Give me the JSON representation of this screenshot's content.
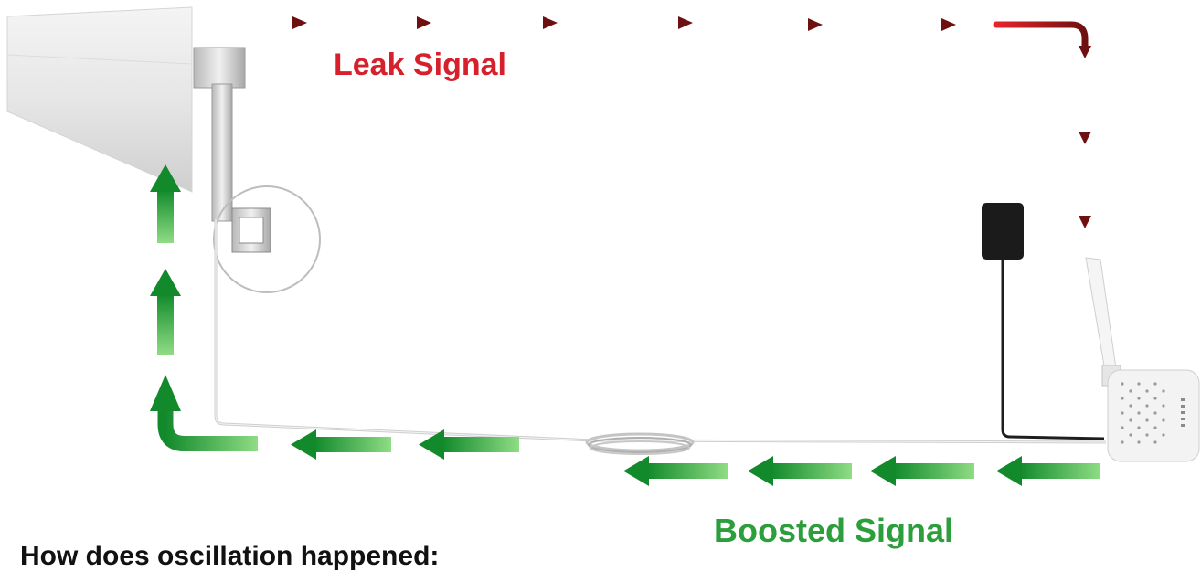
{
  "labels": {
    "leak": "Leak Signal",
    "boosted": "Boosted Signal",
    "question": "How does oscillation happened:"
  },
  "colors": {
    "leak": "#d6202b",
    "leak_dark": "#7a1212",
    "boosted": "#2c9f3c",
    "boosted_light": "#7fd27a",
    "text_dark": "#111111"
  },
  "icons": {
    "outdoor_antenna": "yagi-antenna-icon",
    "indoor_antenna": "whip-antenna-icon",
    "booster": "signal-booster-icon",
    "power_adapter": "power-adapter-icon",
    "cable_coil": "coax-coil-icon"
  }
}
